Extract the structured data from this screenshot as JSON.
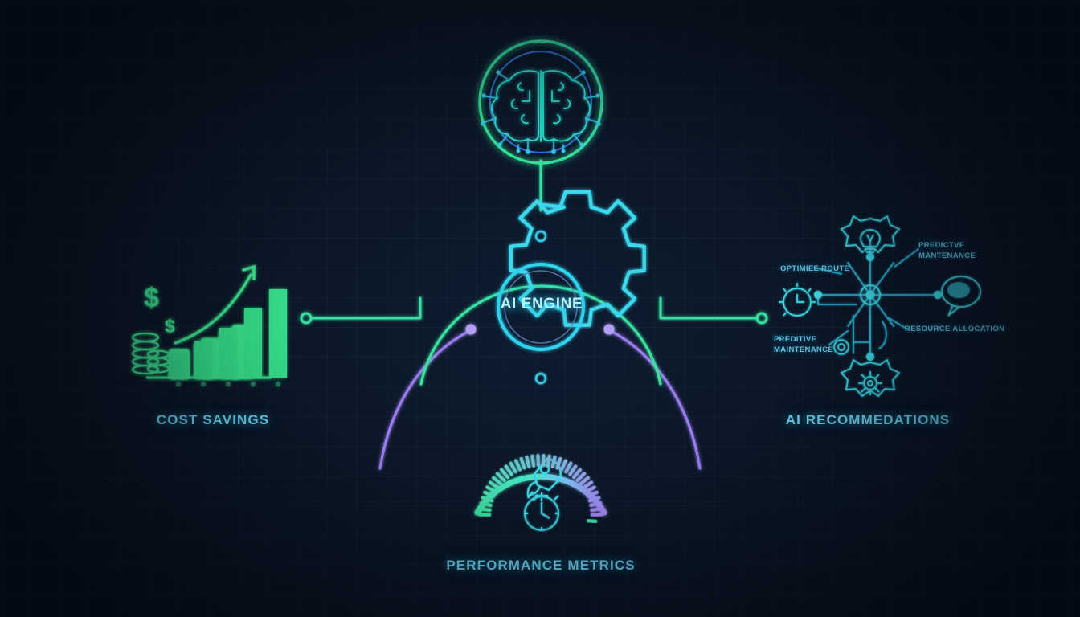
{
  "diagram": {
    "title": "AI Engine Infographic",
    "background_color": "#0a1422"
  },
  "center": {
    "engine_label": "AI ENGINE",
    "hub_icon": "gear-icon",
    "top_icon": "brain-circuit-icon"
  },
  "branches": [
    {
      "id": "cost-savings",
      "caption": "COST SAVINGS",
      "icon": "bar-chart-growth-icon",
      "color": "#35e08a",
      "chart_bars": [
        30,
        46,
        62,
        86,
        110
      ]
    },
    {
      "id": "performance-metrics",
      "caption": "PERFORMANCE METRICS",
      "icon": "gauge-rocket-icon",
      "color_start": "#3ee8a8",
      "color_end": "#a78bfa"
    },
    {
      "id": "ai-recommendations",
      "caption": "AI RECOMMEDATIONS",
      "icon": "network-nodes-icon",
      "color": "#3ddbe8",
      "nodes": [
        {
          "id": "optimize-route",
          "label": "OPTIMIEE ROUTE",
          "icon": "clock-icon"
        },
        {
          "id": "predictive-maintenance-top",
          "label_line1": "PREDICTVE",
          "label_line2": "MANTENANCE",
          "icon": "lightbulb-icon"
        },
        {
          "id": "resource-allocation",
          "label": "RESOURCE ALLOCATION",
          "icon": "chat-bubble-icon"
        },
        {
          "id": "predictive-maintenance-bottom",
          "label_line1": "PREDITIVE",
          "label_line2": "MAINTENANCE",
          "icon": "gauge-small-icon"
        }
      ]
    }
  ],
  "colors": {
    "green": "#35e08a",
    "cyan": "#3ddbe8",
    "purple": "#9b7df0",
    "caption": "#6fd8f5",
    "background": "#0a1422"
  }
}
